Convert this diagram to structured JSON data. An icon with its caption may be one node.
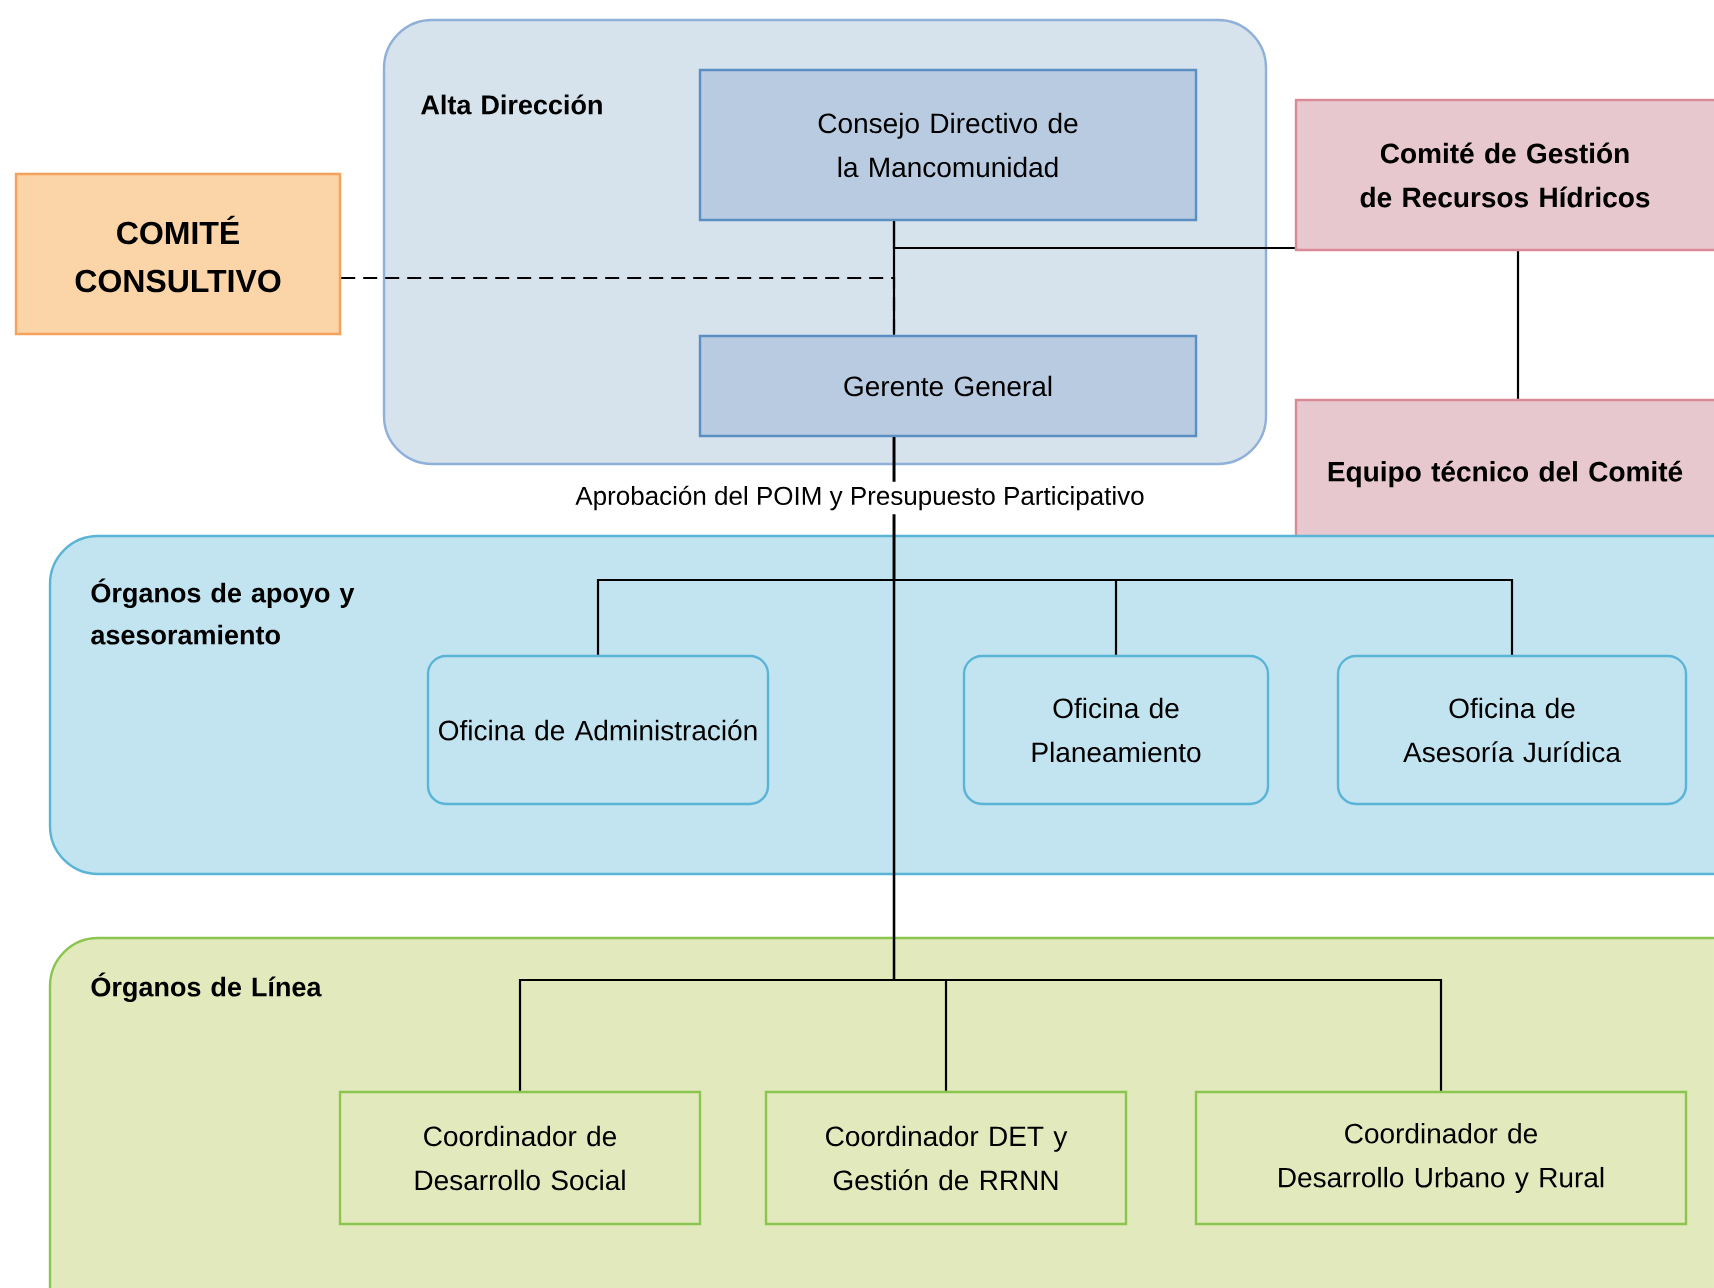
{
  "diagram": {
    "nodes": [
      {
        "text": [
          "Alta Dirección"
        ]
      },
      {
        "text": [
          "Consejo Directivo de la Mancomunidad"
        ],
        "in": 0
      },
      {
        "text": [
          "Gerente General"
        ],
        "in": 0
      },
      {
        "text": [
          "COMITÉ CONSULTIVO"
        ]
      },
      {
        "text": [
          "Comité de Gestión de Recursos Hídricos"
        ]
      },
      {
        "text": [
          "Equipo técnico del Comité"
        ]
      },
      {
        "text": [
          "Órganos de apoyo y asesoramiento"
        ]
      },
      {
        "text": [
          "Oficina de Administración"
        ],
        "in": 6
      },
      {
        "text": [
          "Oficina de Planeamiento"
        ],
        "in": 6
      },
      {
        "text": [
          "Oficina de Asesoría Jurídica"
        ],
        "in": 6
      },
      {
        "text": [
          "Órganos de Línea"
        ]
      },
      {
        "text": [
          "Coordinador de Desarrollo Social"
        ],
        "in": 10
      },
      {
        "text": [
          "Coordinador DET y Gestión de RRNN"
        ],
        "in": 10
      },
      {
        "text": [
          "Coordinador de Desarrollo Urbano y Rural"
        ],
        "in": 10
      }
    ],
    "edges": [
      {
        "from": 1,
        "to": 2,
        "arrow": "none"
      },
      {
        "from": 3,
        "to": 2,
        "arrow": "none",
        "style": "dashed"
      },
      {
        "from": 4,
        "to": 1,
        "arrow": "none"
      },
      {
        "from": 4,
        "to": 5,
        "arrow": "none"
      },
      {
        "from": 2,
        "to": 7,
        "arrow": "none"
      },
      {
        "from": 2,
        "to": 8,
        "arrow": "none"
      },
      {
        "from": 2,
        "to": 9,
        "arrow": "none"
      },
      {
        "from": 2,
        "to": 11,
        "arrow": "none"
      },
      {
        "from": 2,
        "to": 12,
        "arrow": "none"
      },
      {
        "from": 2,
        "to": 13,
        "arrow": "none"
      }
    ],
    "labels": [
      "Aprobación del POIM y Presupuesto Participativo"
    ]
  }
}
